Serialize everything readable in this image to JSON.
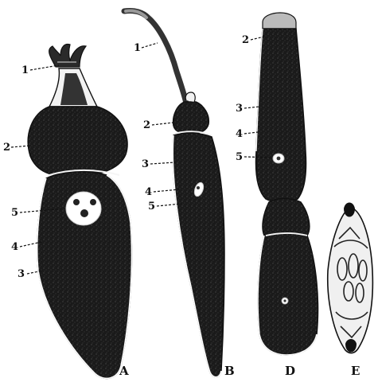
{
  "figures": {
    "A": {
      "letter": "A",
      "labels": {
        "p1": "1",
        "p2": "2",
        "p5": "5",
        "p4": "4",
        "p3": "3"
      }
    },
    "B": {
      "letter": "B",
      "labels": {
        "p1": "1",
        "p2": "2",
        "p3": "3",
        "p4": "4",
        "p5": "5"
      }
    },
    "D": {
      "letter": "D",
      "labels": {
        "p2": "2",
        "p3": "3",
        "p4": "4",
        "p5": "5"
      }
    },
    "E": {
      "letter": "E"
    }
  }
}
